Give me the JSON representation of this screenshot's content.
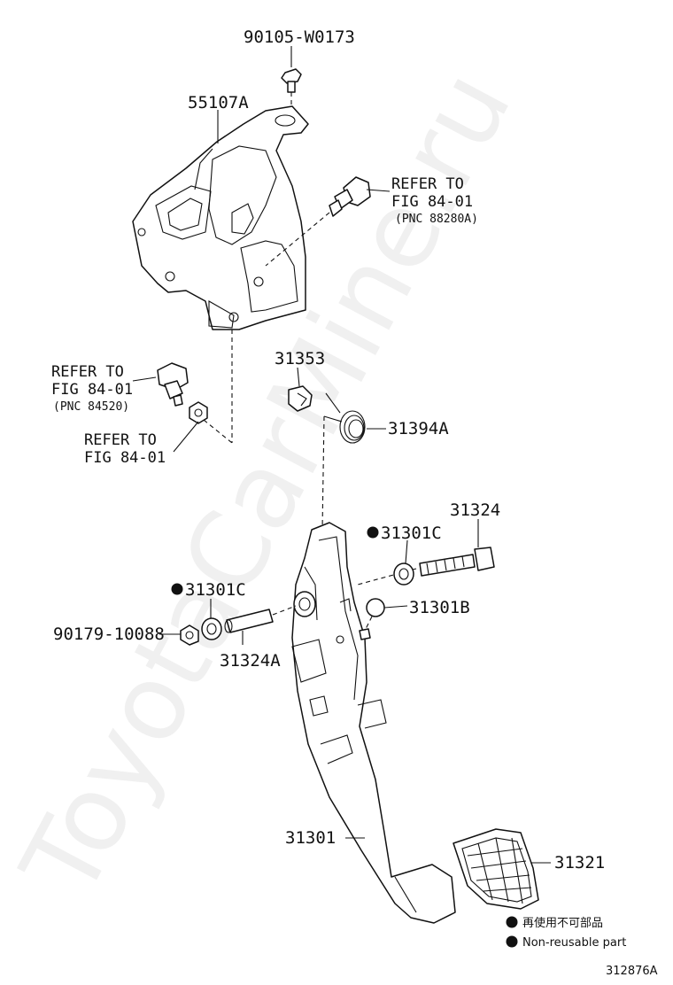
{
  "watermark": "ToyotaCarMine.ru",
  "labels": {
    "p90105": "90105-W0173",
    "p55107a": "55107A",
    "ref_top": [
      "REFER TO",
      "FIG 84-01",
      "(PNC 88280A)"
    ],
    "ref_left": [
      "REFER TO",
      "FIG 84-01",
      "(PNC 84520)"
    ],
    "ref_left2": [
      "REFER TO",
      "FIG 84-01"
    ],
    "p31353": "31353",
    "p31394a": "31394A",
    "p31324": "31324",
    "p31301c_right": "31301C",
    "p31301c_left": "31301C",
    "p31301b": "31301B",
    "p90179": "90179-10088",
    "p31324a": "31324A",
    "p31301": "31301",
    "p31321": "31321"
  },
  "legend": {
    "jp": "再使用不可部品",
    "en": "Non-reusable part"
  },
  "figure_id": "312876A"
}
